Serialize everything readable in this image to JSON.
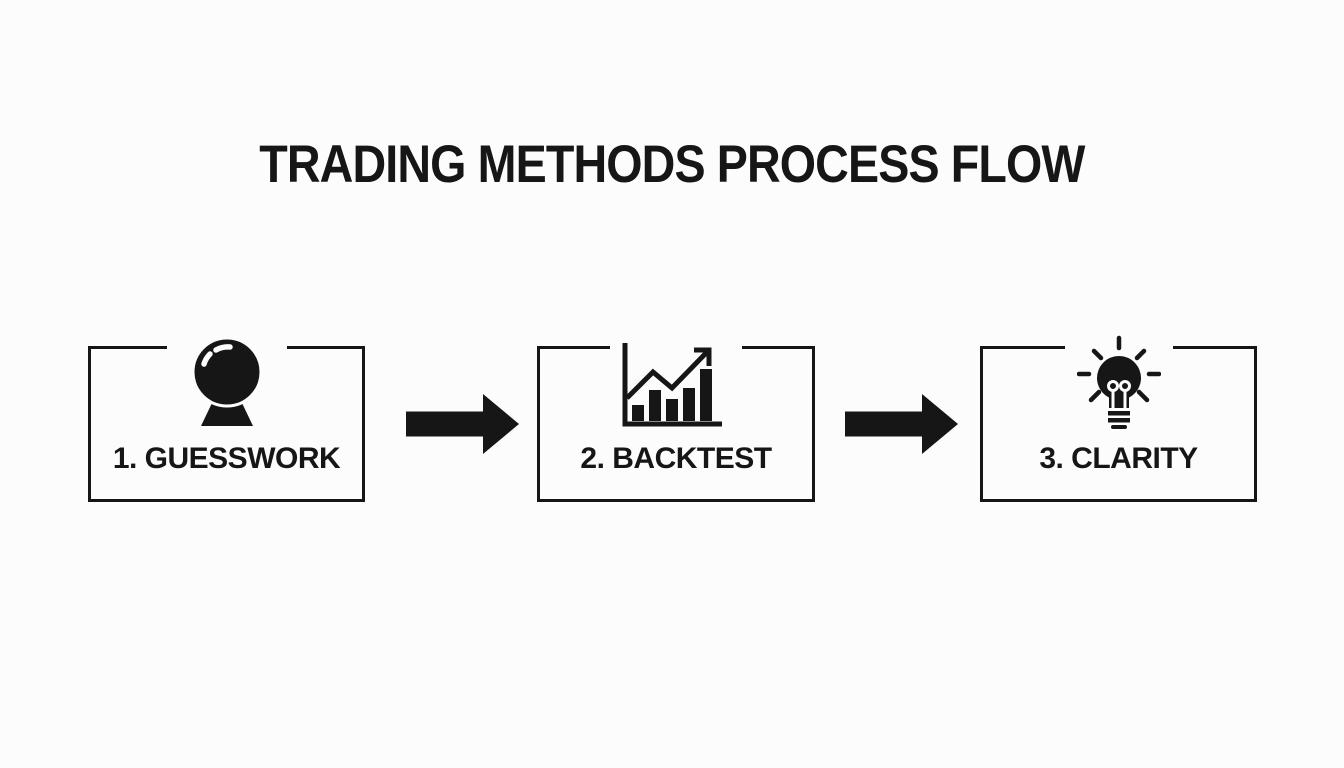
{
  "title": "TRADING METHODS PROCESS FLOW",
  "colors": {
    "background": "#fcfcfc",
    "ink": "#161616"
  },
  "flow": {
    "steps": [
      {
        "number": "1",
        "label": "1. GUESSWORK",
        "icon": "crystal-ball-icon"
      },
      {
        "number": "2",
        "label": "2. BACKTEST",
        "icon": "growth-bar-chart-icon"
      },
      {
        "number": "3",
        "label": "3. CLARITY",
        "icon": "lightbulb-idea-icon"
      }
    ],
    "connectors": [
      {
        "type": "arrow-right"
      },
      {
        "type": "arrow-right"
      }
    ]
  }
}
